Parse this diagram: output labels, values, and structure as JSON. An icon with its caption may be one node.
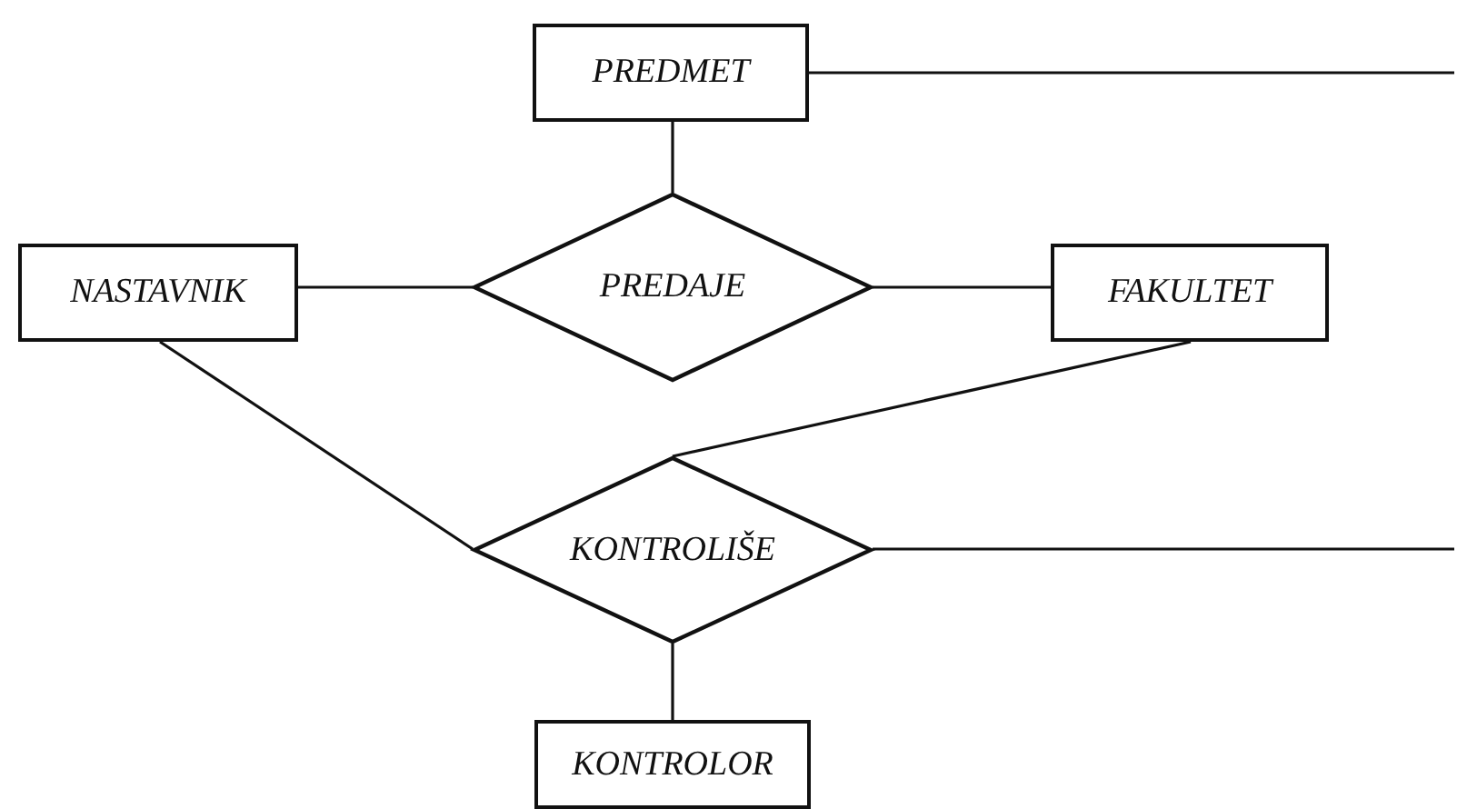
{
  "diagram": {
    "nodes": [
      {
        "text": [
          "PREDMET"
        ]
      },
      {
        "text": [
          "NASTAVNIK"
        ]
      },
      {
        "text": [
          "PREDAJE"
        ]
      },
      {
        "text": [
          "FAKULTET"
        ]
      },
      {
        "text": [
          "KONTROLIŠE"
        ]
      },
      {
        "text": [
          "KONTROLOR"
        ]
      }
    ],
    "edges": [
      {
        "from": 0,
        "to": 2,
        "arrow": "none"
      },
      {
        "from": 0,
        "to": null,
        "arrow": "none"
      },
      {
        "from": 1,
        "to": 2,
        "arrow": "none"
      },
      {
        "from": 2,
        "to": 3,
        "arrow": "none"
      },
      {
        "from": 1,
        "to": 4,
        "arrow": "none"
      },
      {
        "from": 3,
        "to": 4,
        "arrow": "none"
      },
      {
        "from": 4,
        "to": null,
        "arrow": "none"
      },
      {
        "from": 4,
        "to": 5,
        "arrow": "none"
      }
    ]
  }
}
